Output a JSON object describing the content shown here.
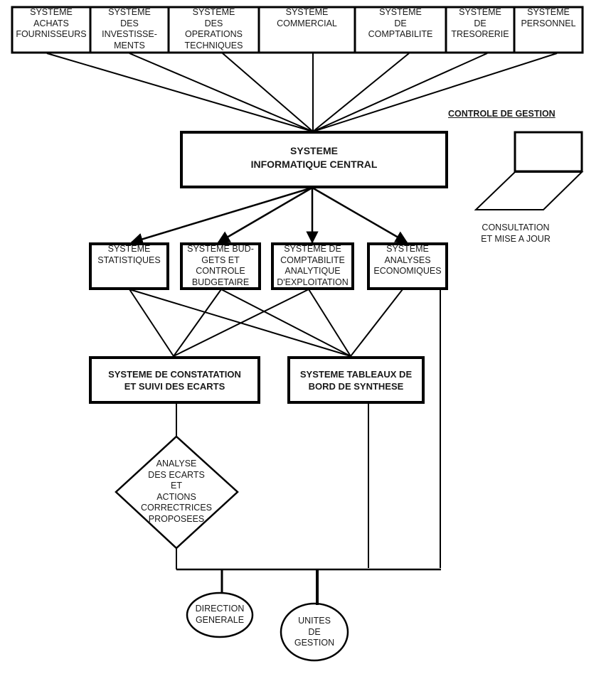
{
  "colors": {
    "stroke": "#000000",
    "text": "#1a1a1a",
    "background": "#ffffff"
  },
  "source_systems": [
    {
      "id": "achats",
      "label": "SYSTEME\nACHATS\nFOURNISSEURS"
    },
    {
      "id": "investissements",
      "label": "SYSTEME\nDES\nINVESTISSE-\nMENTS"
    },
    {
      "id": "operations",
      "label": "SYSTEME\nDES\nOPERATIONS\nTECHNIQUES"
    },
    {
      "id": "commercial",
      "label": "SYSTEME\nCOMMERCIAL"
    },
    {
      "id": "comptabilite",
      "label": "SYSTEME\nDE\nCOMPTABILITE"
    },
    {
      "id": "tresorerie",
      "label": "SYSTEME\nDE\nTRESORERIE"
    },
    {
      "id": "personnel",
      "label": "SYSTEME\nPERSONNEL"
    }
  ],
  "central": {
    "label": "SYSTEME\nINFORMATIQUE CENTRAL"
  },
  "controle": {
    "title": "CONTROLE DE GESTION",
    "icon": "laptop-icon",
    "caption": "CONSULTATION\nET MISE A JOUR"
  },
  "sub_systems": [
    {
      "id": "statistiques",
      "label": "SYSTEME\nSTATISTIQUES"
    },
    {
      "id": "budgets",
      "label": "SYSTEME BUD-\nGETS ET\nCONTROLE\nBUDGETAIRE"
    },
    {
      "id": "analytique",
      "label": "SYSTEME DE\nCOMPTABILITE\nANALYTIQUE\nD'EXPLOITATION"
    },
    {
      "id": "economiques",
      "label": "SYSTEME\nANALYSES\nECONOMIQUES"
    }
  ],
  "output_systems": [
    {
      "id": "ecarts",
      "label": "SYSTEME DE CONSTATATION\nET SUIVI DES ECARTS"
    },
    {
      "id": "tableaux",
      "label": "SYSTEME TABLEAUX DE\nBORD DE SYNTHESE"
    }
  ],
  "decision": {
    "label": "ANALYSE\nDES ECARTS\nET\nACTIONS\nCORRECTRICES\nPROPOSEES"
  },
  "recipients": [
    {
      "id": "direction",
      "label": "DIRECTION\nGENERALE"
    },
    {
      "id": "unites",
      "label": "UNITES\nDE\nGESTION"
    }
  ]
}
